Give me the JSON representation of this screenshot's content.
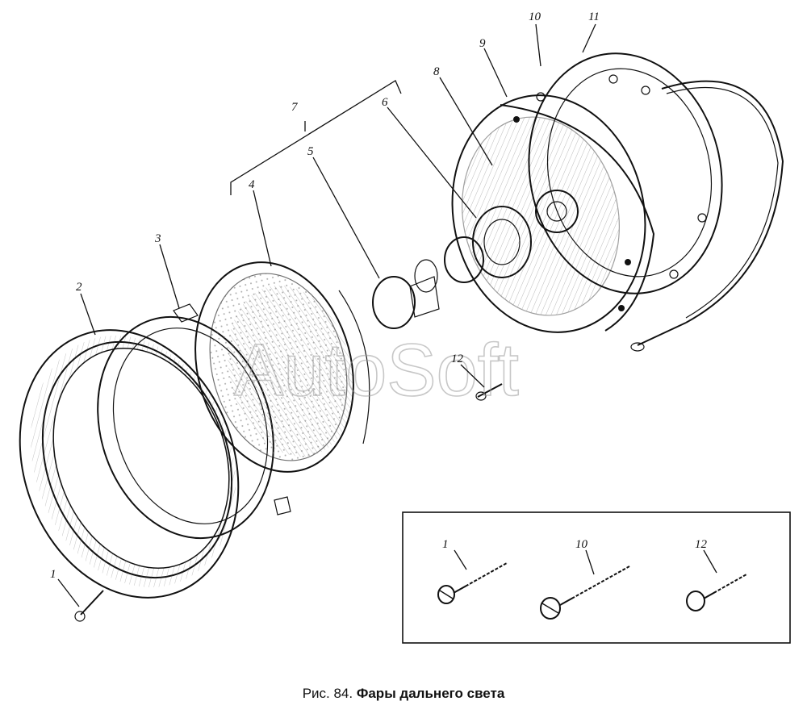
{
  "callouts": {
    "c1": "1",
    "c2": "2",
    "c3": "3",
    "c4": "4",
    "c5": "5",
    "c6": "6",
    "c7": "7",
    "c8": "8",
    "c9": "9",
    "c10": "10",
    "c11": "11",
    "c12": "12",
    "inset_c1": "1",
    "inset_c10": "10",
    "inset_c12": "12"
  },
  "watermark": "AutoSoft",
  "caption": {
    "number": "Рис. 84.",
    "title": "Фары дальнего света"
  }
}
